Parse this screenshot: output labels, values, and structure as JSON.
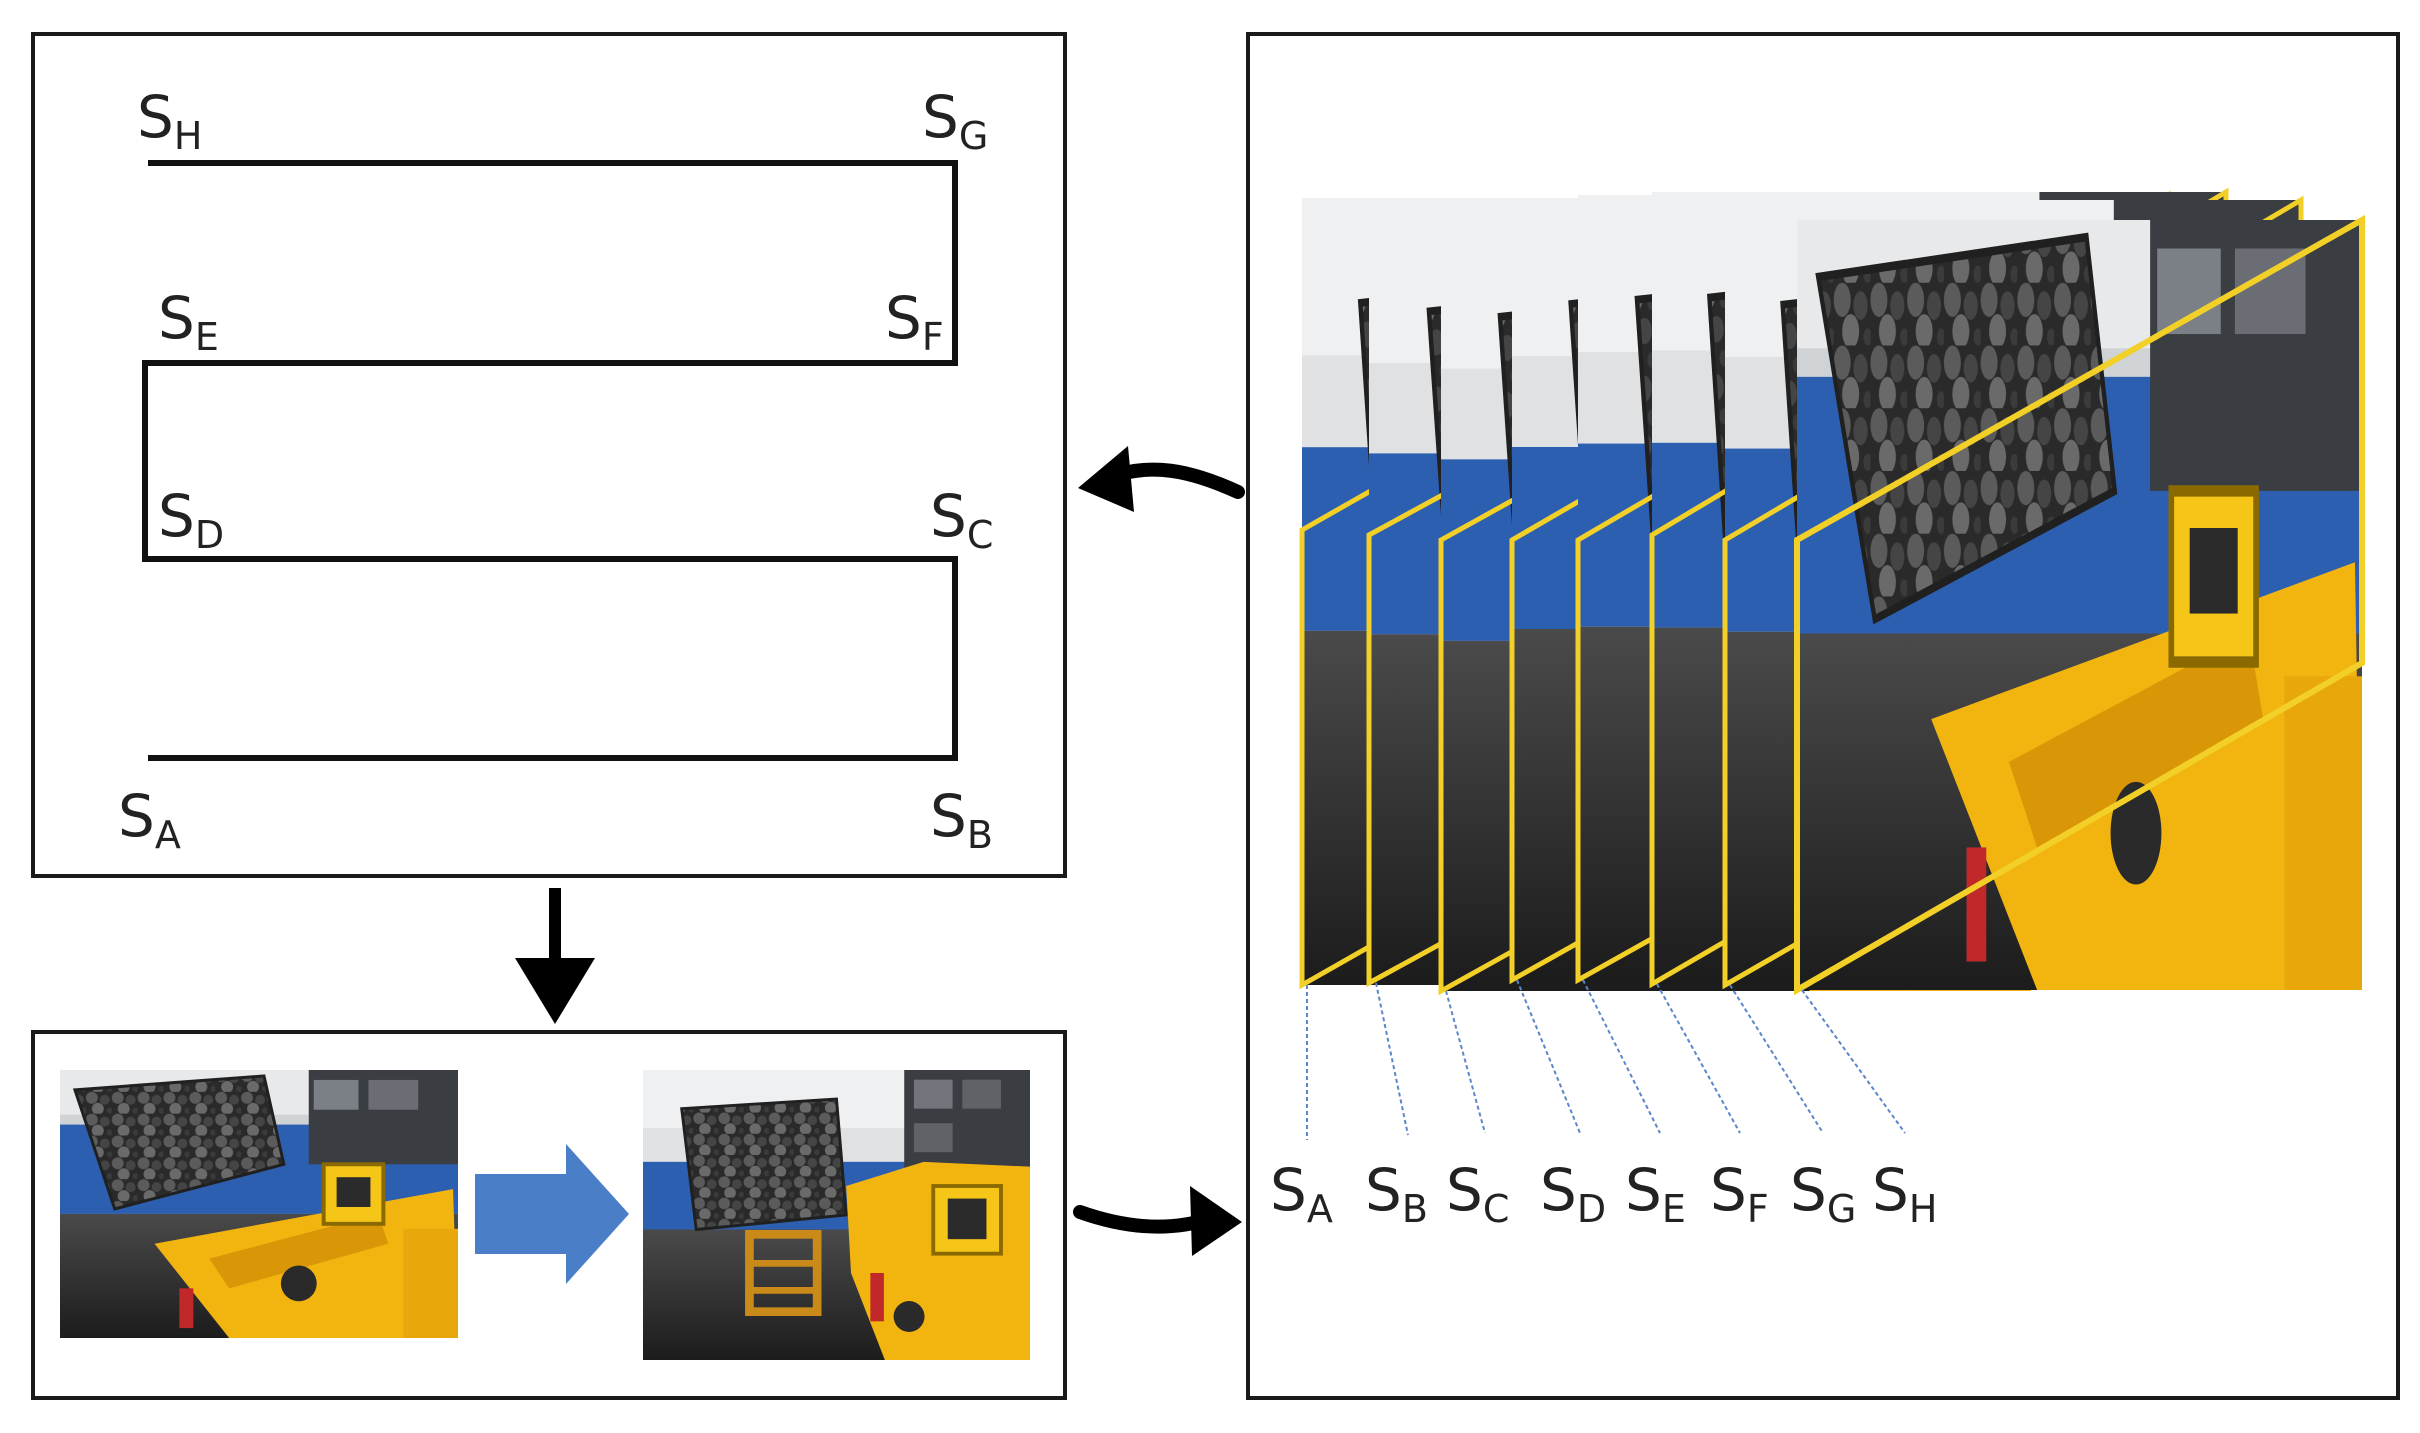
{
  "path_labels": {
    "h": {
      "base": "S",
      "sub": "H"
    },
    "g": {
      "base": "S",
      "sub": "G"
    },
    "e": {
      "base": "S",
      "sub": "E"
    },
    "f": {
      "base": "S",
      "sub": "F"
    },
    "d": {
      "base": "S",
      "sub": "D"
    },
    "c": {
      "base": "S",
      "sub": "C"
    },
    "a": {
      "base": "S",
      "sub": "A"
    },
    "b": {
      "base": "S",
      "sub": "B"
    }
  },
  "frame_labels": [
    {
      "base": "S",
      "sub": "A"
    },
    {
      "base": "S",
      "sub": "B"
    },
    {
      "base": "S",
      "sub": "C"
    },
    {
      "base": "S",
      "sub": "D"
    },
    {
      "base": "S",
      "sub": "E"
    },
    {
      "base": "S",
      "sub": "F"
    },
    {
      "base": "S",
      "sub": "G"
    },
    {
      "base": "S",
      "sub": "H"
    }
  ],
  "colors": {
    "frame_border": "#f2d027",
    "flow_arrow": "#4a7fc8",
    "scene_yellow": "#f2b40f",
    "scene_blue": "#2d5fb0"
  }
}
